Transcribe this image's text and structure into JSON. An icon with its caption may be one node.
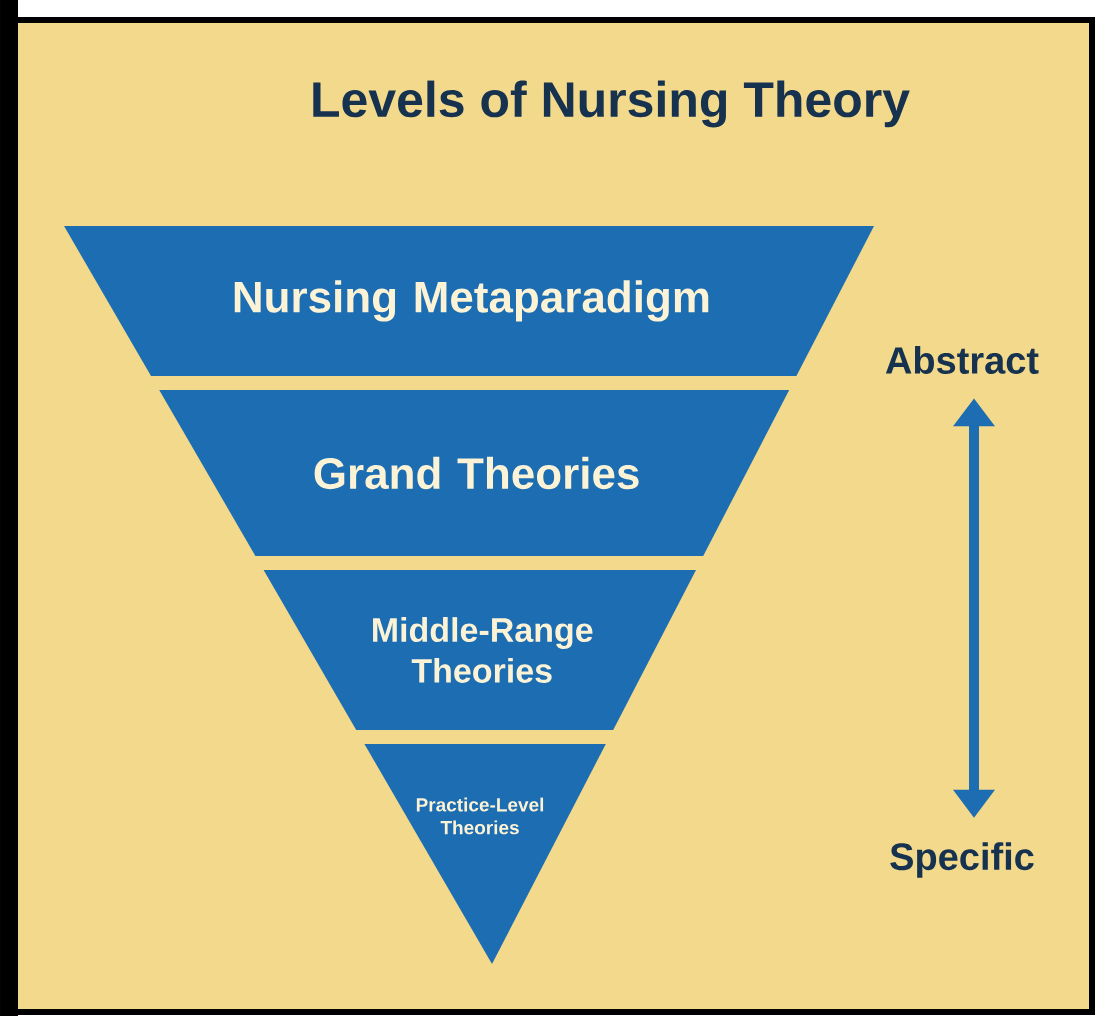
{
  "diagram": {
    "title": "Levels of Nursing Theory",
    "nodes": [
      {
        "text": [
          "Nursing Metaparadigm"
        ]
      },
      {
        "text": [
          "Grand Theories"
        ]
      },
      {
        "text": [
          "Middle-Range Theories"
        ]
      },
      {
        "text": [
          "Practice-Level Theories"
        ]
      },
      {
        "text": [
          "Abstract"
        ]
      },
      {
        "text": [
          "Specific"
        ]
      }
    ],
    "edges": [
      {
        "from": 4,
        "to": 5,
        "arrow": "both"
      }
    ]
  }
}
